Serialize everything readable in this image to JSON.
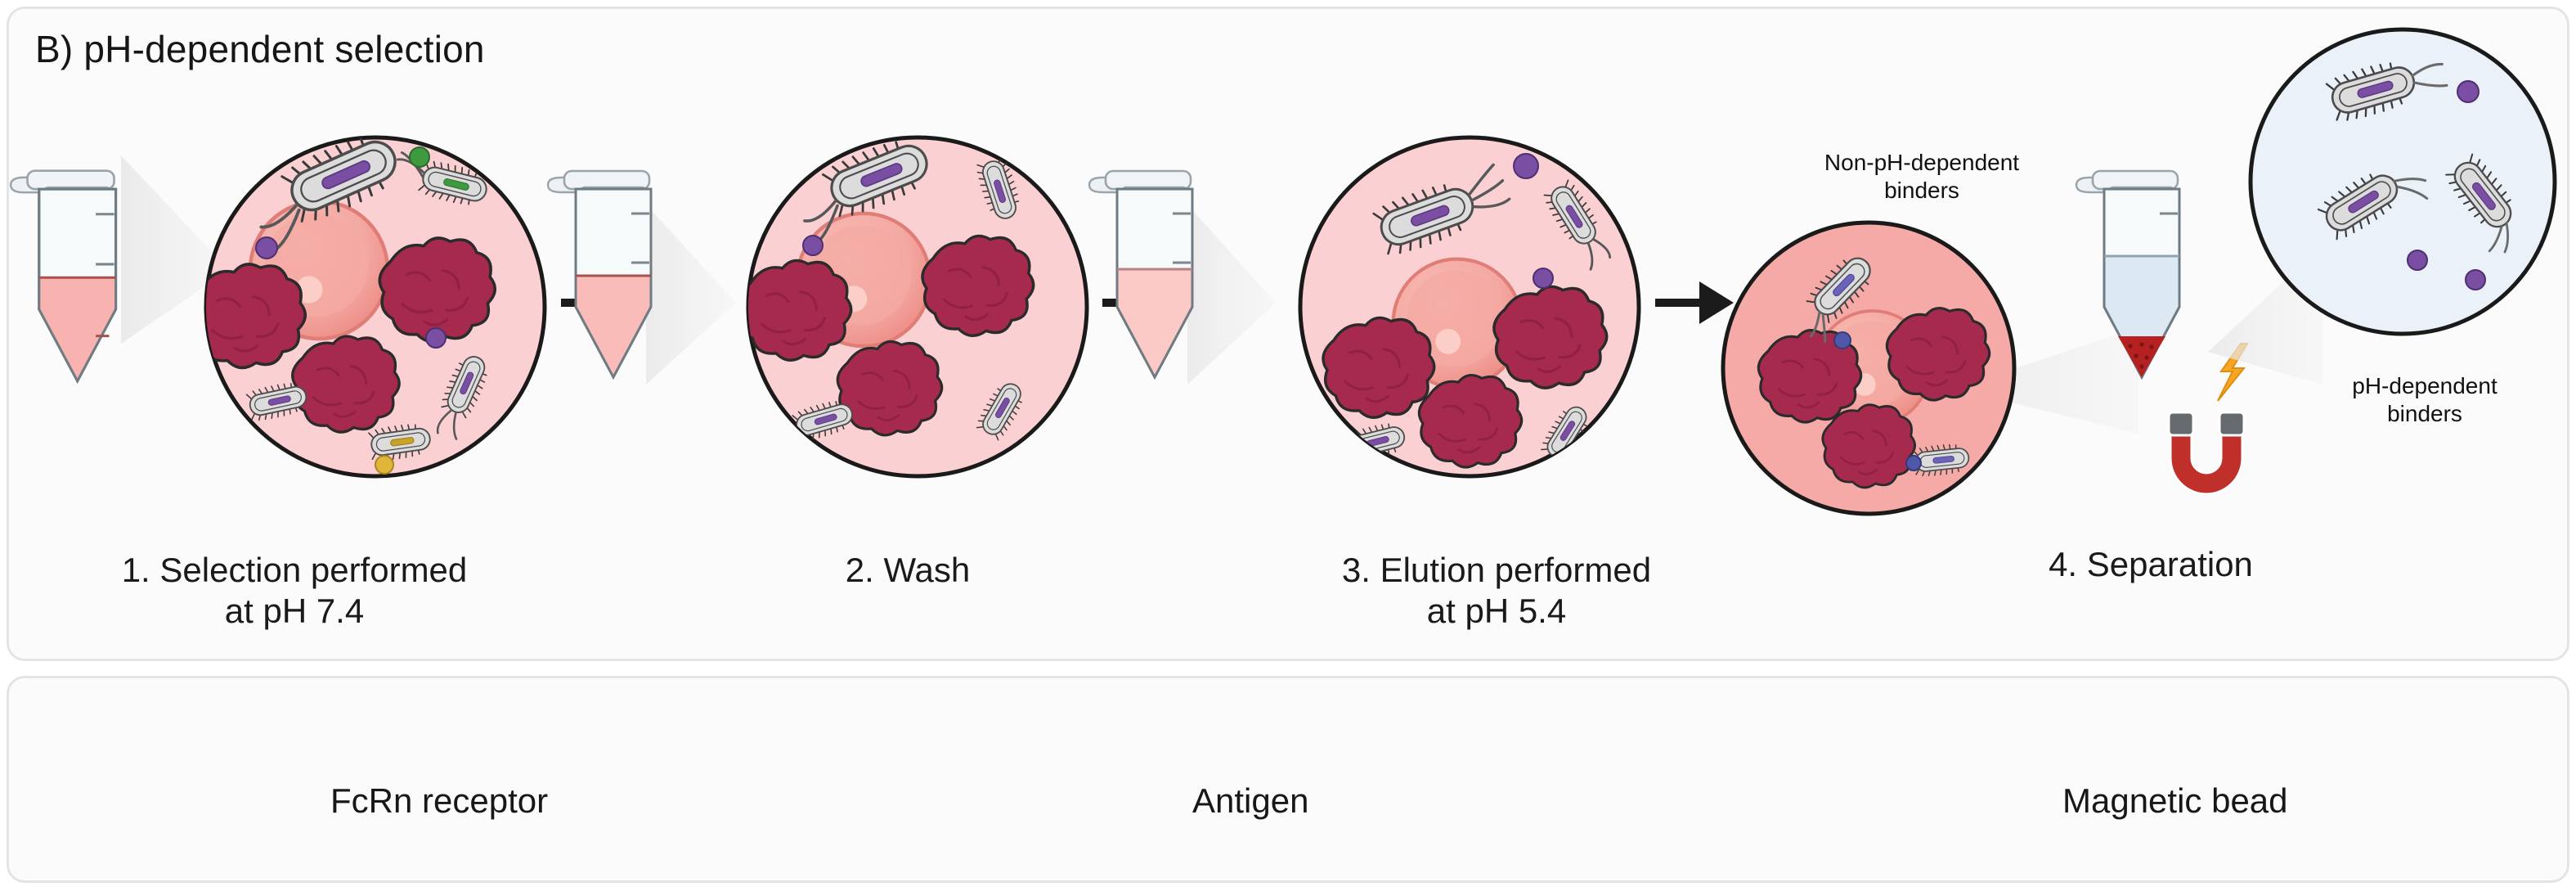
{
  "figure": {
    "title": "B) pH-dependent selection",
    "panel_background": "#fbfbfb",
    "panel_border": "#e2e4e6"
  },
  "steps": [
    {
      "id": "selection",
      "caption": "1. Selection performed\nat pH 7.4",
      "tube_liquid": "#f8b3b0",
      "magnifier_fill": "#fbd0d3"
    },
    {
      "id": "wash",
      "caption": "2. Wash",
      "tube_liquid": "#f9bcb9",
      "magnifier_fill": "#fbd0d3"
    },
    {
      "id": "elution",
      "caption": "3. Elution performed\nat pH 5.4",
      "tube_liquid": "#fbc9c6",
      "magnifier_fill": "#fbd0d3"
    },
    {
      "id": "separation",
      "caption": "4. Separation",
      "tube_liquid": "#dce9f3",
      "magnifier_fill": "#f6aaa7"
    }
  ],
  "annotations": {
    "non_ph_dependent": "Non-pH-dependent\nbinders",
    "ph_dependent": "pH-dependent\nbinders"
  },
  "legend": {
    "items": [
      {
        "icon": "fcrn-receptor-icon",
        "label": "FcRn receptor",
        "color": "#4a4a4a"
      },
      {
        "icon": "antigen-blob-icon",
        "label": "Antigen",
        "color": "#a62a4e"
      },
      {
        "icon": "magnetic-bead-icon",
        "label": "Magnetic bead",
        "color": "#ef9690"
      }
    ]
  },
  "colors": {
    "antigen": "#a62a4e",
    "antigen_dark": "#8e2042",
    "bead": "#ef9690",
    "bead_inner": "#f4a9a3",
    "phage_body": "#dcdcdc",
    "phage_outline": "#555555",
    "tag_purple": "#7a4fa3",
    "tag_green": "#3f9a3f",
    "magnet_red": "#c0302b",
    "magnet_pole": "#666a6c",
    "bolt_orange": "#f5a623",
    "pellet_red": "#b52020",
    "blue_circle": "#eaf1f9",
    "arrow": "#1b1b1b"
  },
  "icons": {
    "arrow": "arrow-right-icon",
    "magnet": "magnet-icon",
    "bolt": "lightning-bolt-icon",
    "tube": "microcentrifuge-tube-icon",
    "phage": "phage-bacteria-icon"
  }
}
